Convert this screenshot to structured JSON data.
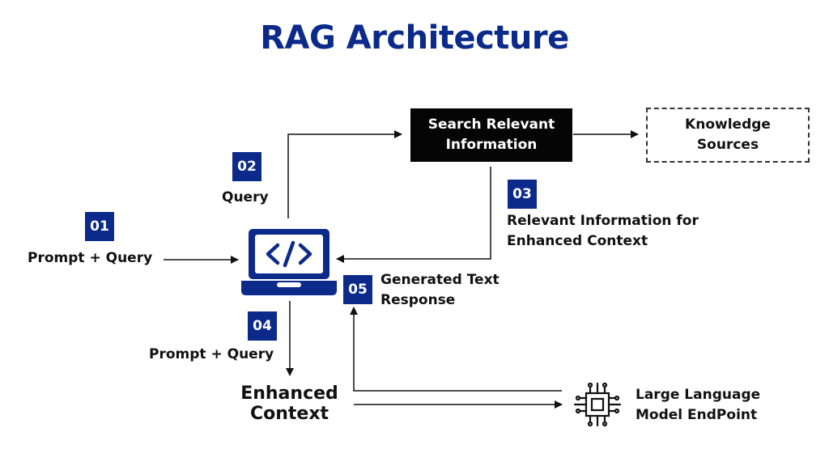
{
  "title": "RAG Architecture",
  "colors": {
    "accent": "#0b2a8a",
    "dark_box": "#050505",
    "line": "#111111"
  },
  "steps": [
    {
      "number": "01",
      "label": "Prompt + Query"
    },
    {
      "number": "02",
      "label": "Query"
    },
    {
      "number": "03",
      "label_line1": "Relevant Information for",
      "label_line2": "Enhanced Context"
    },
    {
      "number": "04",
      "label": "Prompt + Query"
    },
    {
      "number": "05",
      "label_line1": "Generated Text",
      "label_line2": "Response"
    }
  ],
  "nodes": {
    "search": {
      "line1": "Search Relevant",
      "line2": "Information"
    },
    "knowledge": {
      "line1": "Knowledge",
      "line2": "Sources"
    },
    "context": {
      "line1": "Enhanced",
      "line2": "Context"
    },
    "llm": {
      "line1": "Large Language",
      "line2": "Model EndPoint"
    },
    "app_icon": "laptop-code-icon",
    "llm_icon": "cpu-chip-icon"
  }
}
